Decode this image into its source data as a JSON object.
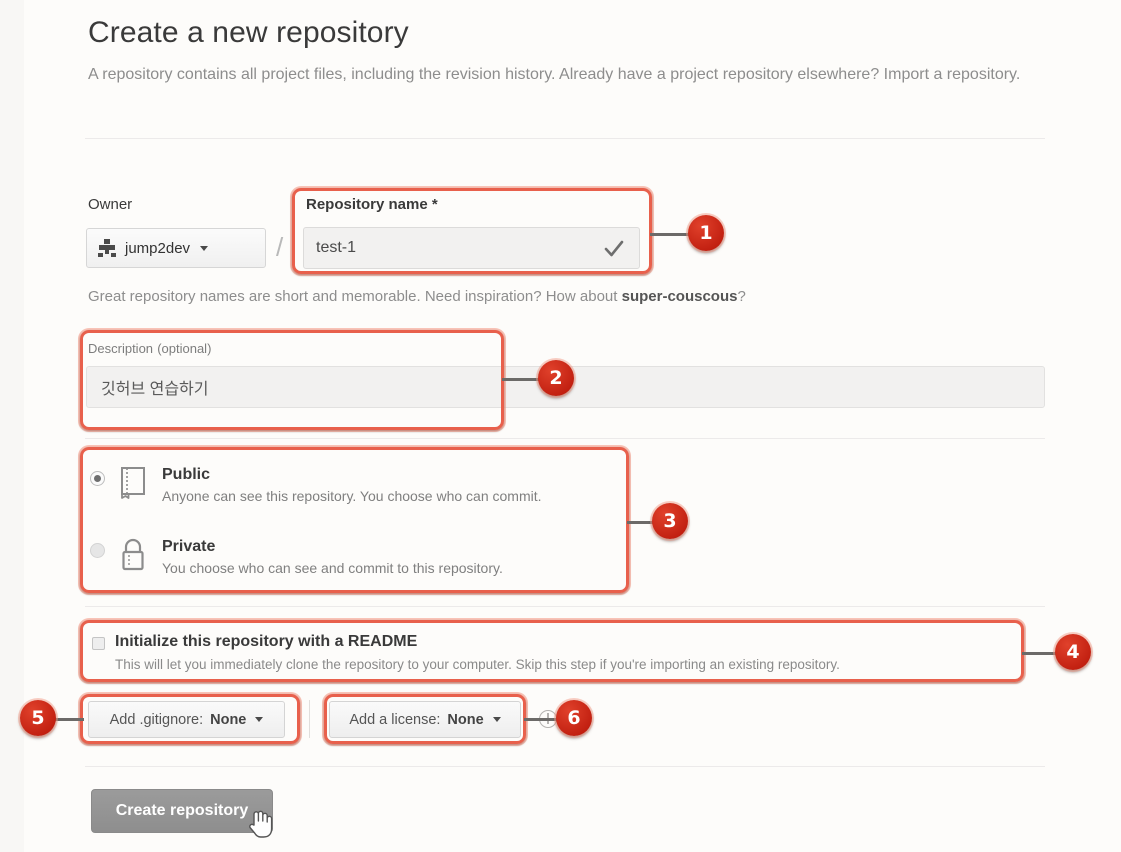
{
  "header": {
    "title": "Create a new repository",
    "description": "A repository contains all project files, including the revision history. Already have a project repository elsewhere? Import a repository."
  },
  "owner": {
    "label": "Owner",
    "name": "jump2dev",
    "avatar_icon": "identicon-avatar-icon",
    "caret_icon": "chevron-down-icon",
    "separator": "/"
  },
  "repository_name": {
    "label": "Repository name *",
    "value": "test-1",
    "valid_icon": "checkmark-icon",
    "hint_prefix": "Great repository names are short and memorable. Need inspiration? How about ",
    "hint_suggestion": "super-couscous",
    "hint_suffix": "?"
  },
  "description_field": {
    "label": "Description",
    "optional": "(optional)",
    "value": "깃허브 연습하기"
  },
  "visibility": {
    "options": [
      {
        "id": "public",
        "title": "Public",
        "subtitle": "Anyone can see this repository. You choose who can commit.",
        "icon": "book-icon",
        "selected": true
      },
      {
        "id": "private",
        "title": "Private",
        "subtitle": "You choose who can see and commit to this repository.",
        "icon": "lock-icon",
        "selected": false
      }
    ]
  },
  "readme": {
    "title": "Initialize this repository with a README",
    "subtitle": "This will let you immediately clone the repository to your computer. Skip this step if you're importing an existing repository.",
    "checked": false
  },
  "gitignore": {
    "prefix": "Add .gitignore:",
    "value": "None",
    "caret_icon": "chevron-down-icon"
  },
  "license": {
    "prefix": "Add a license:",
    "value": "None",
    "caret_icon": "chevron-down-icon",
    "info_icon": "info-circle-icon"
  },
  "submit": {
    "label": "Create repository",
    "cursor_icon": "hand-pointer-cursor-icon"
  },
  "annotations": {
    "badges": [
      "1",
      "2",
      "3",
      "4",
      "5",
      "6"
    ],
    "highlight_color": "#e8604c",
    "badge_color": "#c11f10"
  }
}
